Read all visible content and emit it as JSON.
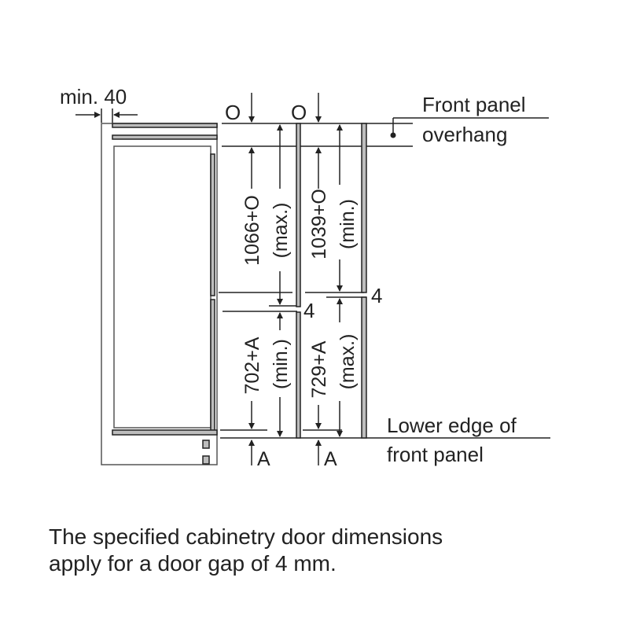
{
  "labels": {
    "min40": "min. 40",
    "o_left": "O",
    "o_right": "O",
    "front_panel_1": "Front panel",
    "front_panel_2": "overhang",
    "dim_1066": "1066+O",
    "dim_1066_q": "(max.)",
    "dim_1039": "1039+O",
    "dim_1039_q": "(min.)",
    "gap_left": "4",
    "gap_right": "4",
    "dim_702": "702+A",
    "dim_702_q": "(min.)",
    "dim_729": "729+A",
    "dim_729_q": "(max.)",
    "a_left": "A",
    "a_right": "A",
    "lower_edge_1": "Lower edge of",
    "lower_edge_2": "front panel"
  },
  "note": {
    "line1": "The specified cabinetry door dimensions",
    "line2": "apply for a door gap of 4 mm."
  },
  "colors": {
    "line": "#222222",
    "panel": "#bdbdbd"
  }
}
